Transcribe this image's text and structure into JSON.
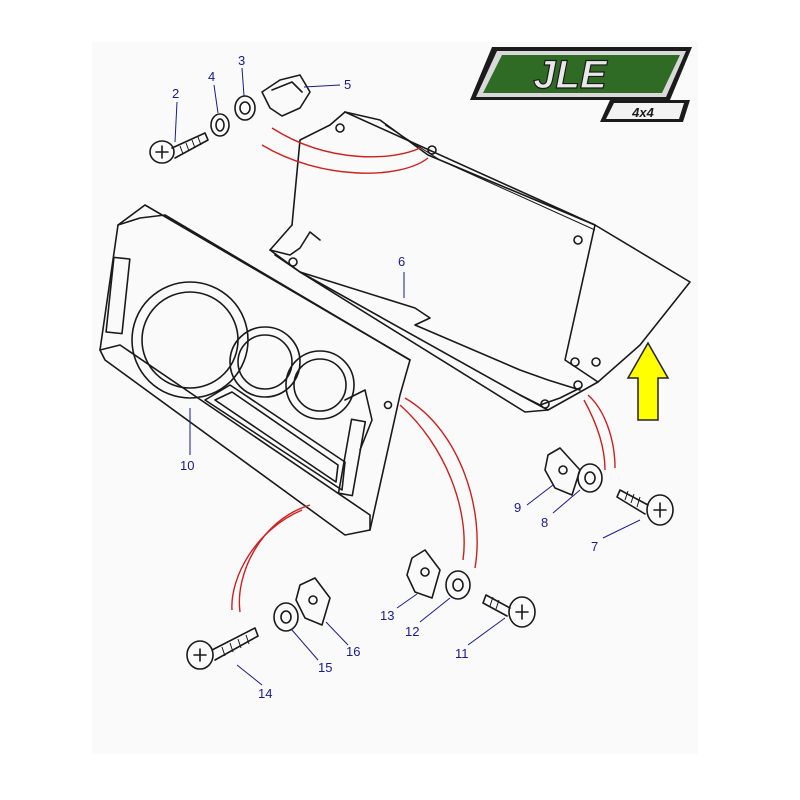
{
  "logo": {
    "main": "JLE",
    "sub": "4x4",
    "colors": {
      "green": "#2f6b24",
      "dark": "#1b1b1b",
      "silver": "#d9d9d9"
    }
  },
  "arrow": {
    "color": "#ffff00",
    "outline": "#222222"
  },
  "callouts": {
    "c2": "2",
    "c3": "3",
    "c4": "4",
    "c5": "5",
    "c6": "6",
    "c7": "7",
    "c8": "8",
    "c9": "9",
    "c10": "10",
    "c11": "11",
    "c12": "12",
    "c13": "13",
    "c14": "14",
    "c15": "15",
    "c16": "16"
  }
}
